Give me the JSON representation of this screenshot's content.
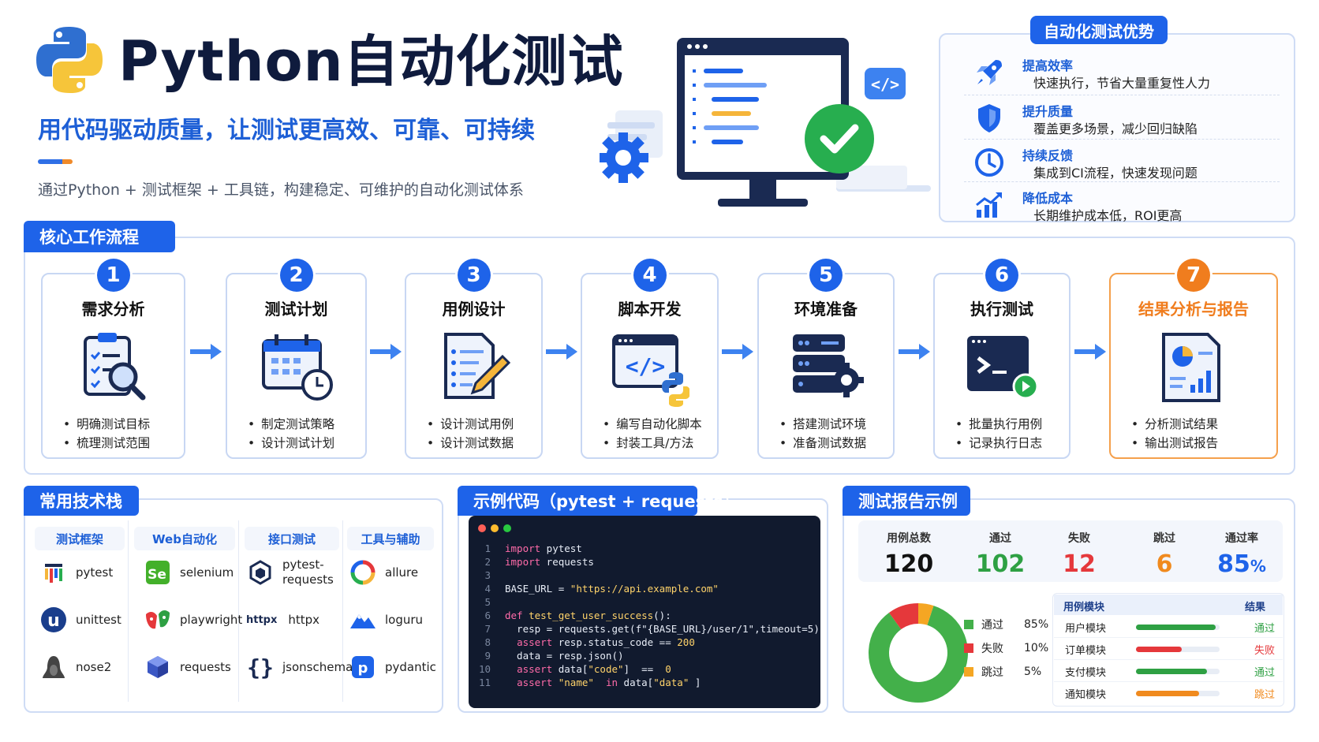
{
  "header": {
    "title": "Python自动化测试",
    "subtitle": "用代码驱动质量，让测试更高效、可靠、可持续",
    "description": "通过Python + 测试框架 + 工具链，构建稳定、可维护的自动化测试体系"
  },
  "advantages": {
    "tag": "自动化测试优势",
    "items": [
      {
        "title": "提高效率",
        "desc": "快速执行，节省大量重复性人力",
        "icon": "rocket-icon"
      },
      {
        "title": "提升质量",
        "desc": "覆盖更多场景，减少回归缺陷",
        "icon": "shield-icon"
      },
      {
        "title": "持续反馈",
        "desc": "集成到CI流程，快速发现问题",
        "icon": "clock-icon"
      },
      {
        "title": "降低成本",
        "desc": "长期维护成本低，ROI更高",
        "icon": "growth-chart-icon"
      }
    ]
  },
  "workflow": {
    "tag": "核心工作流程",
    "steps": [
      {
        "num": "1",
        "title": "需求分析",
        "bullets": [
          "明确测试目标",
          "梳理测试范围"
        ]
      },
      {
        "num": "2",
        "title": "测试计划",
        "bullets": [
          "制定测试策略",
          "设计测试计划"
        ]
      },
      {
        "num": "3",
        "title": "用例设计",
        "bullets": [
          "设计测试用例",
          "设计测试数据"
        ]
      },
      {
        "num": "4",
        "title": "脚本开发",
        "bullets": [
          "编写自动化脚本",
          "封装工具/方法"
        ]
      },
      {
        "num": "5",
        "title": "环境准备",
        "bullets": [
          "搭建测试环境",
          "准备测试数据"
        ]
      },
      {
        "num": "6",
        "title": "执行测试",
        "bullets": [
          "批量执行用例",
          "记录执行日志"
        ]
      },
      {
        "num": "7",
        "title": "结果分析与报告",
        "bullets": [
          "分析测试结果",
          "输出测试报告"
        ]
      }
    ]
  },
  "tech_stack": {
    "tag": "常用技术栈",
    "columns": [
      {
        "header": "测试框架",
        "items": [
          "pytest",
          "unittest",
          "nose2"
        ]
      },
      {
        "header": "Web自动化",
        "items": [
          "selenium",
          "playwright",
          "requests"
        ]
      },
      {
        "header": "接口测试",
        "items": [
          "pytest-\nrequests",
          "httpx",
          "jsonschema"
        ]
      },
      {
        "header": "工具与辅助",
        "items": [
          "allure",
          "loguru",
          "pydantic"
        ]
      }
    ],
    "httpx_logo": "httpx"
  },
  "code_sample": {
    "tag": "示例代码（pytest + requests）",
    "lines": [
      [
        [
          "kw",
          "import"
        ],
        [
          "t",
          " pytest"
        ]
      ],
      [
        [
          "kw",
          "import"
        ],
        [
          "t",
          " requests"
        ]
      ],
      [],
      [
        [
          "t",
          "BASE_URL = "
        ],
        [
          "str",
          "\"https://api.example.com\""
        ]
      ],
      [],
      [
        [
          "kw",
          "def"
        ],
        [
          "t",
          " "
        ],
        [
          "fn",
          "test_get_user_success"
        ],
        [
          "t",
          "():"
        ]
      ],
      [
        [
          "t",
          "  resp = requests.get(f\"{BASE_URL}/user/1\",timeout=5)"
        ]
      ],
      [
        [
          "t",
          "  "
        ],
        [
          "kw",
          "assert"
        ],
        [
          "t",
          " resp.status_code == "
        ],
        [
          "num",
          "200"
        ]
      ],
      [
        [
          "t",
          "  data = resp.json()"
        ]
      ],
      [
        [
          "t",
          "  "
        ],
        [
          "kw",
          "assert"
        ],
        [
          "t",
          " data["
        ],
        [
          "str",
          "\"code\""
        ],
        [
          "t",
          "]  ==  "
        ],
        [
          "num",
          "0"
        ]
      ],
      [
        [
          "t",
          "  "
        ],
        [
          "kw",
          "assert"
        ],
        [
          "t",
          " "
        ],
        [
          "str",
          "\"name\""
        ],
        [
          "t",
          "  "
        ],
        [
          "kw",
          "in"
        ],
        [
          "t",
          " data["
        ],
        [
          "str",
          "\"data\""
        ],
        [
          "t",
          " ]"
        ]
      ]
    ]
  },
  "report": {
    "tag": "测试报告示例",
    "stats": [
      {
        "label": "用例总数",
        "value": "120",
        "color": "#111111"
      },
      {
        "label": "通过",
        "value": "102",
        "color": "#2ea043"
      },
      {
        "label": "失败",
        "value": "12",
        "color": "#e5383b"
      },
      {
        "label": "跳过",
        "value": "6",
        "color": "#f08a1e"
      },
      {
        "label": "通过率",
        "value": "85",
        "unit": "%",
        "color": "#1e63e9"
      }
    ],
    "chart_data": {
      "type": "pie",
      "categories": [
        "通过",
        "失败",
        "跳过"
      ],
      "values": [
        85,
        10,
        5
      ],
      "labels": [
        "85%",
        "10%",
        "5%"
      ],
      "colors": [
        "#43b04a",
        "#e5383b",
        "#f5a623"
      ]
    },
    "module_table": {
      "headers": [
        "用例模块",
        "结果"
      ],
      "rows": [
        {
          "module": "用户模块",
          "pass_fraction": 0.95,
          "result": "通过",
          "color": "#2ea043"
        },
        {
          "module": "订单模块",
          "pass_fraction": 0.55,
          "result": "失败",
          "color": "#e5383b"
        },
        {
          "module": "支付模块",
          "pass_fraction": 0.85,
          "result": "通过",
          "color": "#2ea043"
        },
        {
          "module": "通知模块",
          "pass_fraction": 0.75,
          "result": "跳过",
          "color": "#f08a1e"
        }
      ]
    }
  },
  "colors": {
    "accent": "#1e63e9",
    "orange": "#f07d1e"
  }
}
